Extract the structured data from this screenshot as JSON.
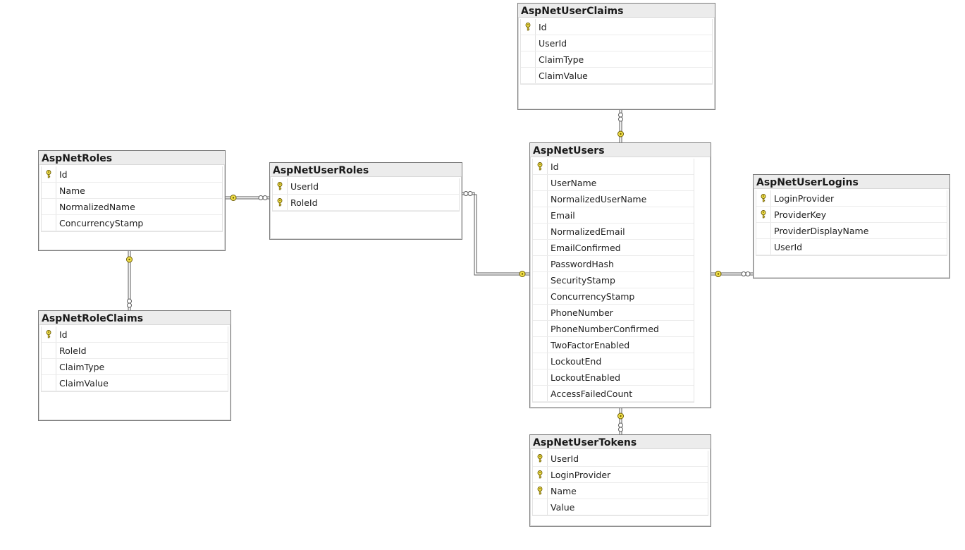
{
  "tables": [
    {
      "id": "roles",
      "name": "AspNetRoles",
      "columns": [
        {
          "name": "Id",
          "pk": true
        },
        {
          "name": "Name",
          "pk": false
        },
        {
          "name": "NormalizedName",
          "pk": false
        },
        {
          "name": "ConcurrencyStamp",
          "pk": false
        }
      ]
    },
    {
      "id": "roleclaims",
      "name": "AspNetRoleClaims",
      "columns": [
        {
          "name": "Id",
          "pk": true
        },
        {
          "name": "RoleId",
          "pk": false
        },
        {
          "name": "ClaimType",
          "pk": false
        },
        {
          "name": "ClaimValue",
          "pk": false
        }
      ]
    },
    {
      "id": "userroles",
      "name": "AspNetUserRoles",
      "columns": [
        {
          "name": "UserId",
          "pk": true
        },
        {
          "name": "RoleId",
          "pk": true
        }
      ]
    },
    {
      "id": "userclaims",
      "name": "AspNetUserClaims",
      "columns": [
        {
          "name": "Id",
          "pk": true
        },
        {
          "name": "UserId",
          "pk": false
        },
        {
          "name": "ClaimType",
          "pk": false
        },
        {
          "name": "ClaimValue",
          "pk": false
        }
      ]
    },
    {
      "id": "users",
      "name": "AspNetUsers",
      "columns": [
        {
          "name": "Id",
          "pk": true
        },
        {
          "name": "UserName",
          "pk": false
        },
        {
          "name": "NormalizedUserName",
          "pk": false
        },
        {
          "name": "Email",
          "pk": false
        },
        {
          "name": "NormalizedEmail",
          "pk": false
        },
        {
          "name": "EmailConfirmed",
          "pk": false
        },
        {
          "name": "PasswordHash",
          "pk": false
        },
        {
          "name": "SecurityStamp",
          "pk": false
        },
        {
          "name": "ConcurrencyStamp",
          "pk": false
        },
        {
          "name": "PhoneNumber",
          "pk": false
        },
        {
          "name": "PhoneNumberConfirmed",
          "pk": false
        },
        {
          "name": "TwoFactorEnabled",
          "pk": false
        },
        {
          "name": "LockoutEnd",
          "pk": false
        },
        {
          "name": "LockoutEnabled",
          "pk": false
        },
        {
          "name": "AccessFailedCount",
          "pk": false
        }
      ]
    },
    {
      "id": "userlogins",
      "name": "AspNetUserLogins",
      "columns": [
        {
          "name": "LoginProvider",
          "pk": true
        },
        {
          "name": "ProviderKey",
          "pk": true
        },
        {
          "name": "ProviderDisplayName",
          "pk": false
        },
        {
          "name": "UserId",
          "pk": false
        }
      ]
    },
    {
      "id": "usertokens",
      "name": "AspNetUserTokens",
      "columns": [
        {
          "name": "UserId",
          "pk": true
        },
        {
          "name": "LoginProvider",
          "pk": true
        },
        {
          "name": "Name",
          "pk": true
        },
        {
          "name": "Value",
          "pk": false
        }
      ]
    }
  ],
  "relationships": [
    {
      "one": "AspNetRoles",
      "many": "AspNetUserRoles"
    },
    {
      "one": "AspNetRoles",
      "many": "AspNetRoleClaims"
    },
    {
      "one": "AspNetUsers",
      "many": "AspNetUserRoles"
    },
    {
      "one": "AspNetUsers",
      "many": "AspNetUserClaims"
    },
    {
      "one": "AspNetUsers",
      "many": "AspNetUserLogins"
    },
    {
      "one": "AspNetUsers",
      "many": "AspNetUserTokens"
    }
  ],
  "colors": {
    "key_fill": "#f2e14a",
    "key_stroke": "#6b5a00",
    "connector": "#5a5a5a",
    "title_bg": "#ececec",
    "border": "#7a7a7a"
  }
}
